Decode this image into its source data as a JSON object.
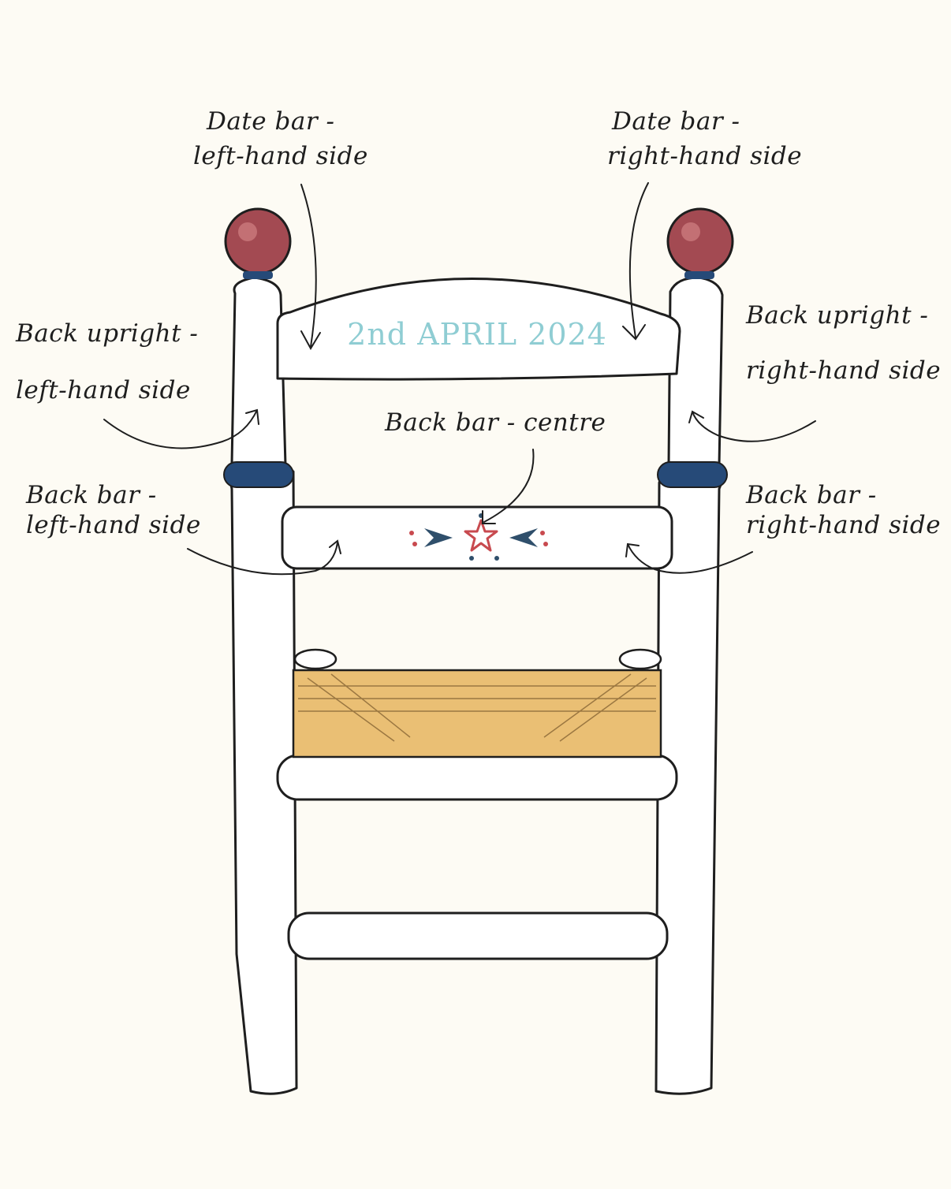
{
  "labels": {
    "date_bar_left_l1": "Date bar -",
    "date_bar_left_l2": "left-hand side",
    "date_bar_right_l1": "Date bar -",
    "date_bar_right_l2": "right-hand side",
    "back_upright_left_l1": "Back upright -",
    "back_upright_left_l2": "left-hand side",
    "back_upright_right_l1": "Back upright -",
    "back_upright_right_l2": "right-hand side",
    "back_bar_centre": "Back bar - centre",
    "back_bar_left_l1": "Back bar -",
    "back_bar_left_l2": "left-hand side",
    "back_bar_right_l1": "Back bar -",
    "back_bar_right_l2": "right-hand side"
  },
  "date_bar_text": "2nd APRIL 2024",
  "colors": {
    "background": "#fdfbf4",
    "outline": "#1e1e1e",
    "knob": "#a34a52",
    "ring": "#264a78",
    "date_text": "#8fcdd3",
    "rush_seat": "#eabf74",
    "motif_star": "#c84a4f",
    "motif_arrow": "#2f4f6b"
  }
}
